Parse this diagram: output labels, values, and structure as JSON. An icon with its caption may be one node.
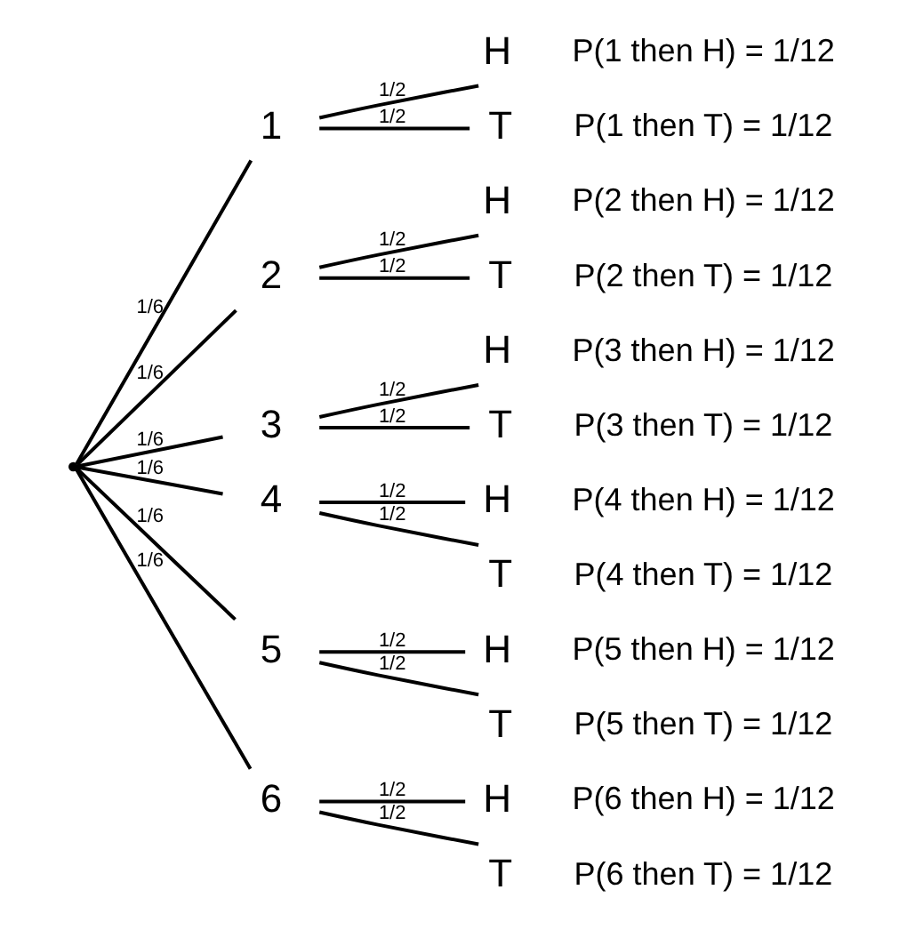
{
  "diagram": {
    "nodes": [
      {
        "text": [],
        "shape": "point"
      },
      {
        "text": [
          "1"
        ]
      },
      {
        "text": [
          "H"
        ],
        "beside": [
          "P(1 then H) = 1/12"
        ]
      },
      {
        "text": [
          "T"
        ],
        "beside": [
          "P(1 then T) = 1/12"
        ]
      },
      {
        "text": [
          "2"
        ]
      },
      {
        "text": [
          "H"
        ],
        "beside": [
          "P(2 then H) = 1/12"
        ]
      },
      {
        "text": [
          "T"
        ],
        "beside": [
          "P(2 then T) = 1/12"
        ]
      },
      {
        "text": [
          "3"
        ]
      },
      {
        "text": [
          "H"
        ],
        "beside": [
          "P(3 then H) = 1/12"
        ]
      },
      {
        "text": [
          "T"
        ],
        "beside": [
          "P(3 then T) = 1/12"
        ]
      },
      {
        "text": [
          "4"
        ]
      },
      {
        "text": [
          "H"
        ],
        "beside": [
          "P(4 then H) = 1/12"
        ]
      },
      {
        "text": [
          "T"
        ],
        "beside": [
          "P(4 then T) = 1/12"
        ]
      },
      {
        "text": [
          "5"
        ]
      },
      {
        "text": [
          "H"
        ],
        "beside": [
          "P(5 then H) = 1/12"
        ]
      },
      {
        "text": [
          "T"
        ],
        "beside": [
          "P(5 then T) = 1/12"
        ]
      },
      {
        "text": [
          "6"
        ]
      },
      {
        "text": [
          "H"
        ],
        "beside": [
          "P(6 then H) = 1/12"
        ]
      },
      {
        "text": [
          "T"
        ],
        "beside": [
          "P(6 then T) = 1/12"
        ]
      }
    ],
    "edges": [
      {
        "from": 0,
        "to": 1,
        "arrow": "none",
        "label": "1/6"
      },
      {
        "from": 1,
        "to": 2,
        "arrow": "none",
        "label": "1/2"
      },
      {
        "from": 1,
        "to": 3,
        "arrow": "none",
        "label": "1/2"
      },
      {
        "from": 0,
        "to": 4,
        "arrow": "none",
        "label": "1/6"
      },
      {
        "from": 4,
        "to": 5,
        "arrow": "none",
        "label": "1/2"
      },
      {
        "from": 4,
        "to": 6,
        "arrow": "none",
        "label": "1/2"
      },
      {
        "from": 0,
        "to": 7,
        "arrow": "none",
        "label": "1/6"
      },
      {
        "from": 7,
        "to": 8,
        "arrow": "none",
        "label": "1/2"
      },
      {
        "from": 7,
        "to": 9,
        "arrow": "none",
        "label": "1/2"
      },
      {
        "from": 0,
        "to": 10,
        "arrow": "none",
        "label": "1/6"
      },
      {
        "from": 10,
        "to": 11,
        "arrow": "none",
        "label": "1/2"
      },
      {
        "from": 10,
        "to": 12,
        "arrow": "none",
        "label": "1/2"
      },
      {
        "from": 0,
        "to": 13,
        "arrow": "none",
        "label": "1/6"
      },
      {
        "from": 13,
        "to": 14,
        "arrow": "none",
        "label": "1/2"
      },
      {
        "from": 13,
        "to": 15,
        "arrow": "none",
        "label": "1/2"
      },
      {
        "from": 0,
        "to": 16,
        "arrow": "none",
        "label": "1/6"
      },
      {
        "from": 16,
        "to": 17,
        "arrow": "none",
        "label": "1/2"
      },
      {
        "from": 16,
        "to": 18,
        "arrow": "none",
        "label": "1/2"
      }
    ]
  }
}
